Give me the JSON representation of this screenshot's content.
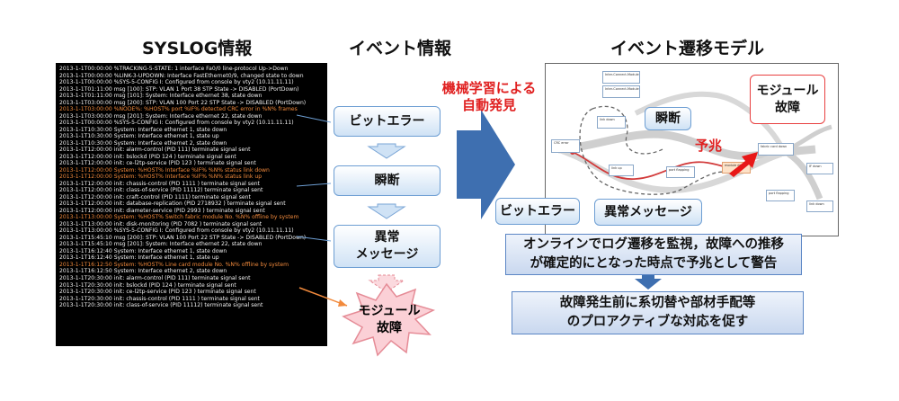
{
  "headings": {
    "syslog": "SYSLOG情報",
    "event": "イベント情報",
    "model": "イベント遷移モデル"
  },
  "syslog_lines": [
    {
      "text": "2013-1-1T00:00:00 %TRACKING-5-STATE: 1 interface Fa0/0 line-protocol Up->Down",
      "highlight": false
    },
    {
      "text": "2013-1-1T00:00:00 %LINK-3-UPDOWN: Interface FastEthernet0/9, changed state to down",
      "highlight": false
    },
    {
      "text": "2013-1-1T00:00:00 %SYS-5-CONFIG I: Configured from console by vty2 (10.11.11.11)",
      "highlight": false
    },
    {
      "text": "2013-1-1T01:11:00 msg [100]: STP: VLAN 1 Port 38 STP State -> DISABLED (PortDown)",
      "highlight": false
    },
    {
      "text": "2013-1-1T01:11:00 msg [101]: System: Interface ethernet 38, state down",
      "highlight": false
    },
    {
      "text": "2013-1-1T03:00:00 msg [200]: STP: VLAN 100 Port 22 STP State -> DISABLED (PortDown)",
      "highlight": false
    },
    {
      "text": "2013-1-1T03:00:00 %NODE%: %HOST% port %IF% detected CRC error in %N% frames",
      "highlight": true
    },
    {
      "text": "2013-1-1T03:00:00 msg [201]: System: Interface ethernet 22, state down",
      "highlight": false
    },
    {
      "text": "2013-1-1T00:00:00 %SYS-5-CONFIG I: Configured from console by vty2 (10.11.11.11)",
      "highlight": false
    },
    {
      "text": "2013-1-1T10:30:00 System: Interface ethernet 1, state down",
      "highlight": false
    },
    {
      "text": "2013-1-1T10:30:00 System: Interface ethernet 1, state up",
      "highlight": false
    },
    {
      "text": "2013-1-1T10:30:00 System: Interface ethernet 2, state down",
      "highlight": false
    },
    {
      "text": "2013-1-1T12:00:00 init: alarm-control (PID 111) terminate signal sent",
      "highlight": false
    },
    {
      "text": "2013-1-1T12:00:00 init: bslockd (PID 124 ) terminate signal sent",
      "highlight": false
    },
    {
      "text": "2013-1-1T12:00:00 init: ce-l2tp-service (PID 123 ) terminate signal sent",
      "highlight": false
    },
    {
      "text": "2013-1-1T12:00:00 System: %HOST% Interface %IF% %N% status link down",
      "highlight": true
    },
    {
      "text": "2013-1-1T12:00:00 System: %HOST% Interface %IF% %N% status link up",
      "highlight": true
    },
    {
      "text": "2013-1-1T12:00:00 init: chassis-control (PID 1111 ) terminate signal sent",
      "highlight": false
    },
    {
      "text": "2013-1-1T12:00:00 init: class-of-service (PID 11112) terminate signal sent",
      "highlight": false
    },
    {
      "text": "2013-1-1T12:00:00 init: craft-control (PID 1111) terminate signal sent",
      "highlight": false
    },
    {
      "text": "2013-1-1T12:00:00 init: database-replication (PID 2718932 ) terminate signal sent",
      "highlight": false
    },
    {
      "text": "2013-1-1T12:00:00 init: diameter-service (PID 2993 ) terminate signal sent",
      "highlight": false
    },
    {
      "text": "2013-1-1T13:00:00 System: %HOST% Switch fabric module No. %N% offline by system",
      "highlight": true
    },
    {
      "text": "2013-1-1T13:00:00 init: disk-monitoring (PID 7082 ) terminate signal sent",
      "highlight": false
    },
    {
      "text": "2013-1-1T13:00:00 %SYS-5-CONFIG I: Configured from console by vty2 (10.11.11.11)",
      "highlight": false
    },
    {
      "text": "2013-1-1T15:45:10 msg [200]: STP: VLAN 100 Port 22 STP State -> DISABLED (PortDown)",
      "highlight": false
    },
    {
      "text": "2013-1-1T15:45:10 msg [201]: System: Interface ethernet 22, state down",
      "highlight": false
    },
    {
      "text": "2013-1-1T16:12:40 System: Interface ethernet 1, state down",
      "highlight": false
    },
    {
      "text": "2013-1-1T16:12:40 System: Interface ethernet 1, state up",
      "highlight": false
    },
    {
      "text": "2013-1-1T16:12:50 System: %HOST% Line card module No. %N% offline by system",
      "highlight": true
    },
    {
      "text": "2013-1-1T16:12:50 System: Interface ethernet 2, state down",
      "highlight": false
    },
    {
      "text": "2013-1-1T20:30:00 init: alarm-control (PID 111) terminate signal sent",
      "highlight": false
    },
    {
      "text": "2013-1-1T20:30:00 init: bslockd (PID 124 ) terminate signal sent",
      "highlight": false
    },
    {
      "text": "2013-1-1T20:30:00 init: ce-l2tp-service (PID 123 ) terminate signal sent",
      "highlight": false
    },
    {
      "text": "2013-1-1T20:30:00 init: chassis-control (PID 1111 ) terminate signal sent",
      "highlight": false
    },
    {
      "text": "2013-1-1T20:30:00 init: class-of-service (PID 11112) terminate signal sent",
      "highlight": false
    }
  ],
  "events": {
    "bit_error": "ビットエラー",
    "flap": "瞬断",
    "abnormal_line1": "異常",
    "abnormal_line2": "メッセージ"
  },
  "failure": {
    "line1": "モジュール",
    "line2": "故障"
  },
  "machine_learning": {
    "line1": "機械学習による",
    "line2": "自動発見"
  },
  "model": {
    "flap_label": "瞬断",
    "bit_error_label": "ビットエラー",
    "abnormal_label": "異常メッセージ",
    "omen_label": "予兆",
    "failure_line1": "モジュール",
    "failure_line2": "故障",
    "node_labels": [
      "Inter-Connect-Module",
      "Inter-Connect-Module",
      "link down",
      "CRC error",
      "link up",
      "port flapping",
      "module down",
      "fabric card down",
      "port flapping",
      "IF down",
      "link down"
    ]
  },
  "monitor_text": {
    "line1": "オンラインでログ遷移を監視，故障への推移",
    "line2": "が確定的にとなった時点で予兆として警告"
  },
  "proactive_text": {
    "line1": "故障発生前に系切替や部材手配等",
    "line2": "のプロアクティブな対応を促す"
  },
  "colors": {
    "red": "#e02020",
    "arrow_blue": "#3e6fb0",
    "orange": "#f28a3c",
    "pink_fill": "#fde5e8"
  }
}
